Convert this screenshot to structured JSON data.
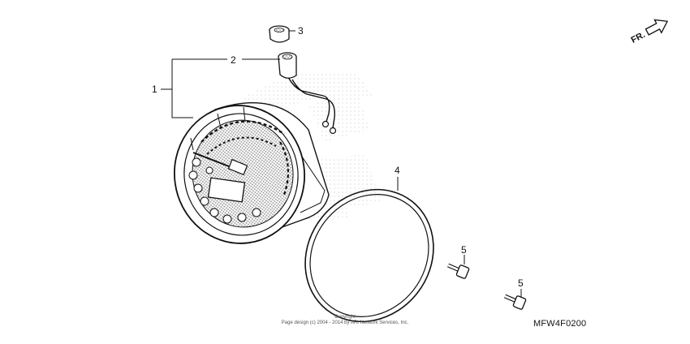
{
  "direction": {
    "label": "FR."
  },
  "callouts": [
    {
      "number": "1"
    },
    {
      "number": "2"
    },
    {
      "number": "3"
    },
    {
      "number": "4"
    },
    {
      "number": "5"
    },
    {
      "number": "5"
    }
  ],
  "diagram_code": "MFW4F0200",
  "copyright": {
    "line1": "Copyright",
    "line2": "Page design (c) 2004 - 2014 by ARI Network Services, Inc."
  }
}
